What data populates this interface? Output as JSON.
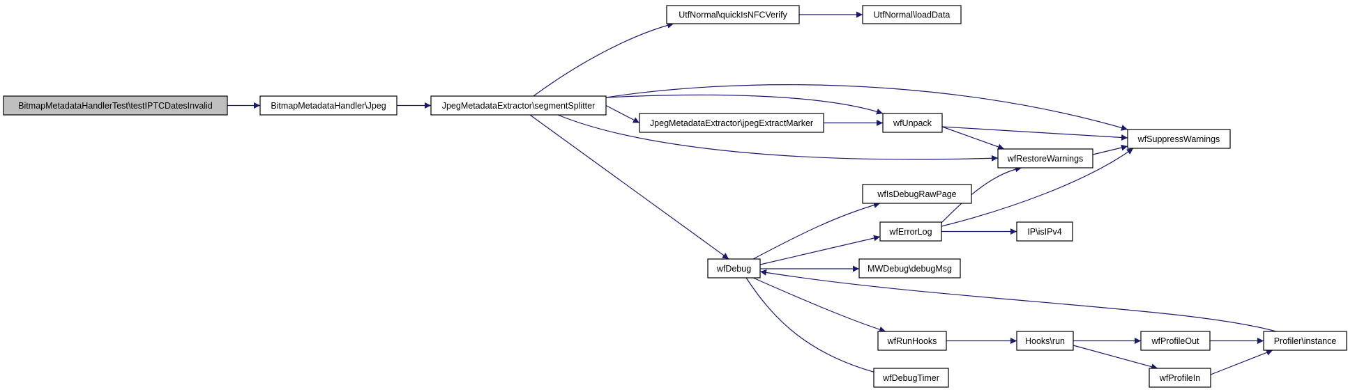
{
  "diagram": {
    "type": "call-graph",
    "edge_color": "#191970",
    "root_fill": "#bfbfbf",
    "nodes": [
      {
        "id": "n0",
        "label": "BitmapMetadataHandlerTest\\testIPTCDatesInvalid"
      },
      {
        "id": "n1",
        "label": "BitmapMetadataHandler\\Jpeg"
      },
      {
        "id": "n2",
        "label": "JpegMetadataExtractor\\segmentSplitter"
      },
      {
        "id": "n3",
        "label": "UtfNormal\\quickIsNFCVerify"
      },
      {
        "id": "n4",
        "label": "UtfNormal\\loadData"
      },
      {
        "id": "n5",
        "label": "JpegMetadataExtractor\\jpegExtractMarker"
      },
      {
        "id": "n6",
        "label": "wfUnpack"
      },
      {
        "id": "n7",
        "label": "wfSuppressWarnings"
      },
      {
        "id": "n8",
        "label": "wfRestoreWarnings"
      },
      {
        "id": "n9",
        "label": "wfIsDebugRawPage"
      },
      {
        "id": "n10",
        "label": "wfErrorLog"
      },
      {
        "id": "n11",
        "label": "IP\\isIPv4"
      },
      {
        "id": "n12",
        "label": "wfDebug"
      },
      {
        "id": "n13",
        "label": "MWDebug\\debugMsg"
      },
      {
        "id": "n14",
        "label": "wfRunHooks"
      },
      {
        "id": "n15",
        "label": "Hooks\\run"
      },
      {
        "id": "n16",
        "label": "wfProfileOut"
      },
      {
        "id": "n17",
        "label": "Profiler\\instance"
      },
      {
        "id": "n18",
        "label": "wfProfileIn"
      },
      {
        "id": "n19",
        "label": "wfDebugTimer"
      }
    ],
    "edges": [
      [
        "n0",
        "n1"
      ],
      [
        "n1",
        "n2"
      ],
      [
        "n2",
        "n3"
      ],
      [
        "n3",
        "n4"
      ],
      [
        "n2",
        "n5"
      ],
      [
        "n2",
        "n6"
      ],
      [
        "n2",
        "n7"
      ],
      [
        "n2",
        "n8"
      ],
      [
        "n2",
        "n12"
      ],
      [
        "n5",
        "n6"
      ],
      [
        "n6",
        "n7"
      ],
      [
        "n6",
        "n8"
      ],
      [
        "n8",
        "n7"
      ],
      [
        "n12",
        "n9"
      ],
      [
        "n12",
        "n10"
      ],
      [
        "n12",
        "n13"
      ],
      [
        "n12",
        "n14"
      ],
      [
        "n12",
        "n19"
      ],
      [
        "n10",
        "n8"
      ],
      [
        "n10",
        "n7"
      ],
      [
        "n10",
        "n11"
      ],
      [
        "n14",
        "n15"
      ],
      [
        "n15",
        "n16"
      ],
      [
        "n15",
        "n18"
      ],
      [
        "n16",
        "n17"
      ],
      [
        "n18",
        "n17"
      ],
      [
        "n17",
        "n12"
      ]
    ]
  }
}
